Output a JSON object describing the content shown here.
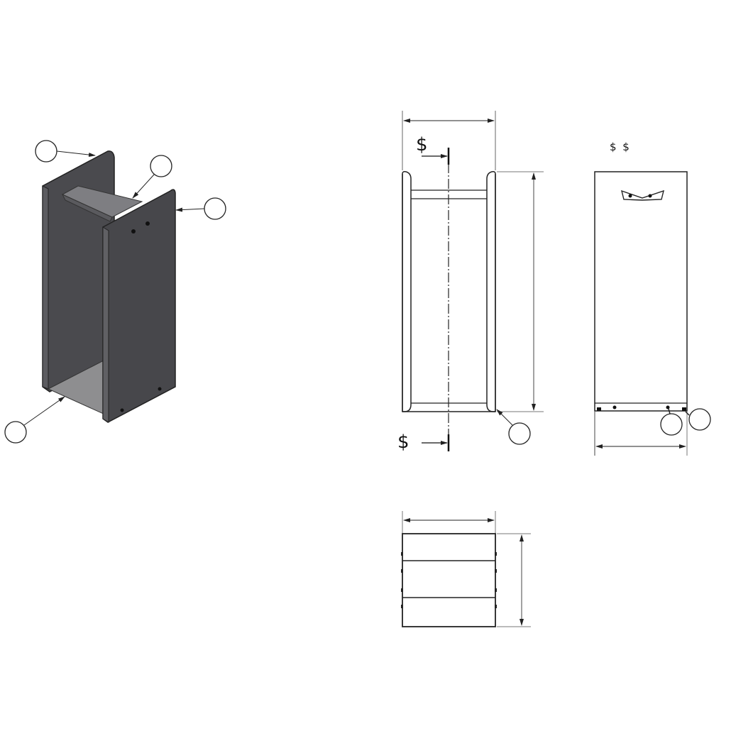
{
  "drawing": {
    "type": "technical-drawing",
    "views": [
      "isometric",
      "front-section",
      "side",
      "top"
    ],
    "colors": {
      "background": "#ffffff",
      "line": "#222222",
      "dim_line": "#555555",
      "panel_dark": "#46464a",
      "panel_mid": "#5a5a5e",
      "floor": "#8a8a8c",
      "handle": "#7c7c80"
    }
  },
  "section_markers": {
    "top_label": "$",
    "bottom_label": "$",
    "side_view_label": "$ $"
  },
  "balloons": {
    "isometric": [
      "",
      "",
      "",
      ""
    ],
    "front": [
      ""
    ],
    "side": [
      "",
      ""
    ]
  }
}
